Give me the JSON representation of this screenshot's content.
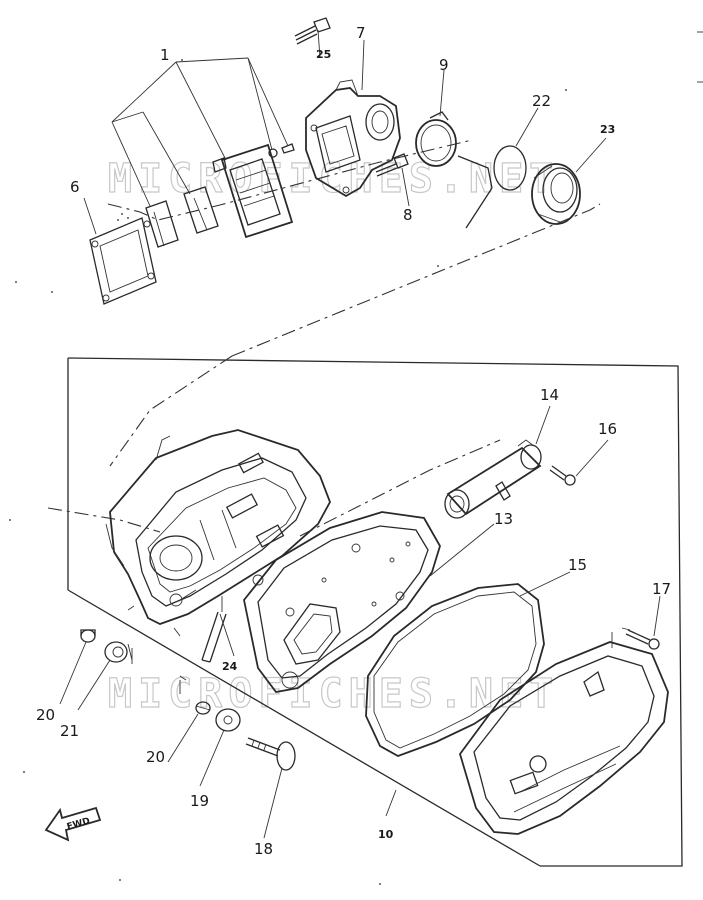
{
  "watermark": "MICROFICHES.NET",
  "direction_label": "FWD",
  "part_numbers": {
    "p1": "1",
    "p6": "6",
    "p7": "7",
    "p8": "8",
    "p9": "9",
    "p10": "10",
    "p13": "13",
    "p14": "14",
    "p15": "15",
    "p16": "16",
    "p17": "17",
    "p18": "18",
    "p19": "19",
    "p20a": "20",
    "p20b": "20",
    "p21": "21",
    "p22": "22",
    "p23": "23",
    "p24": "24",
    "p25": "25"
  }
}
